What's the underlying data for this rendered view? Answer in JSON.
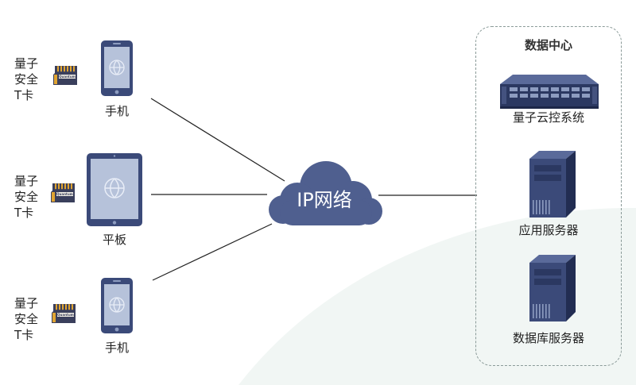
{
  "card_label_lines": [
    "量子",
    "安全",
    "T卡"
  ],
  "card_chip_text": "Quantum",
  "devices": [
    {
      "label": "手机"
    },
    {
      "label": "平板"
    },
    {
      "label": "手机"
    }
  ],
  "network": {
    "label": "IP网络"
  },
  "data_center": {
    "title": "数据中心",
    "items": [
      {
        "label": "量子云控系统"
      },
      {
        "label": "应用服务器"
      },
      {
        "label": "数据库服务器"
      }
    ]
  },
  "colors": {
    "navy": "#3b4a79",
    "navy_dark": "#2b3861",
    "screen": "#b6c2da",
    "cloud": "#4f5f8f",
    "card_gold": "#e0a431",
    "card_dark": "#3a3f5c",
    "frame": "#8a9a98",
    "wave": "#f1f6f4"
  }
}
